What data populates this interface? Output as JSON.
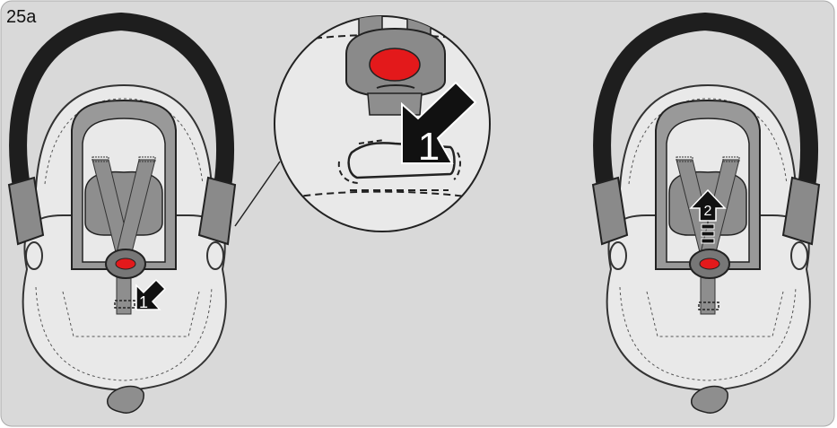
{
  "figure": {
    "label": "25a",
    "background": "#d9d9d9",
    "seat_fill": "#e9e9e9",
    "strap_grey": "#8e8e8e",
    "handle_black": "#1e1e1e",
    "buckle_red": "#e3191b"
  },
  "left_seat": {
    "step_number": "1",
    "step_icon": "arrow-down-left-icon"
  },
  "zoom": {
    "step_number": "1",
    "step_icon": "arrow-down-left-icon"
  },
  "right_seat": {
    "step_number": "2",
    "step_icon": "arrow-up-icon"
  }
}
